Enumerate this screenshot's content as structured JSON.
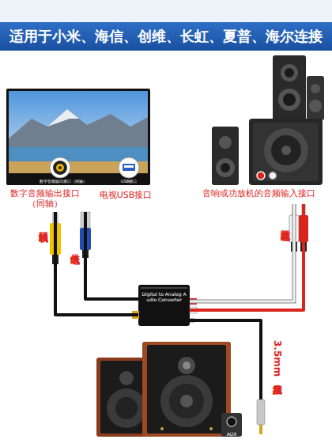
{
  "diagram": {
    "title": "适用于小米、海信、创维、长虹、夏普、海尔连接",
    "nodes": [
      {
        "text": [
          "数字音频输出接口（同轴）",
          "电视USB接口"
        ]
      },
      {
        "text": [
          "音响或功放机的音频输入接口"
        ]
      },
      {
        "text": [
          "Digital to Analog Audio Converter"
        ]
      },
      {
        "text": [
          "AUX"
        ]
      }
    ],
    "edges": [
      {
        "from": 0,
        "to": 2,
        "arrow": "none",
        "label": "同轴线"
      },
      {
        "from": 0,
        "to": 2,
        "arrow": "none",
        "label": "供电线"
      },
      {
        "from": 2,
        "to": 1,
        "arrow": "none",
        "label": "双莲花线"
      },
      {
        "from": 2,
        "to": 3,
        "arrow": "none",
        "label": "3.5mm音频线"
      }
    ],
    "labels": [
      "数字音频输出接口（同轴）",
      "USB接口"
    ]
  }
}
